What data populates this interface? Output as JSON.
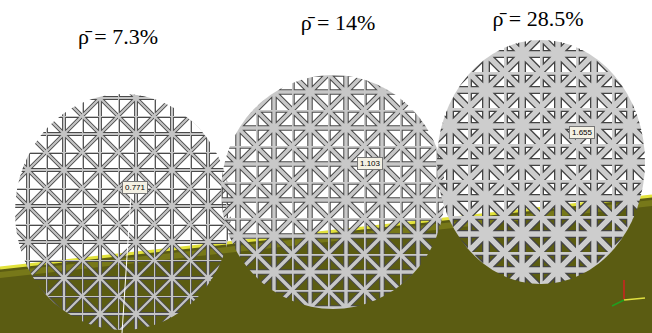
{
  "diagram": {
    "labels": [
      "ρ̄ = 7.3%",
      "ρ̄ = 14%",
      "ρ̄ = 28.5%",
      "0.771",
      "1.103",
      "1.655"
    ]
  }
}
